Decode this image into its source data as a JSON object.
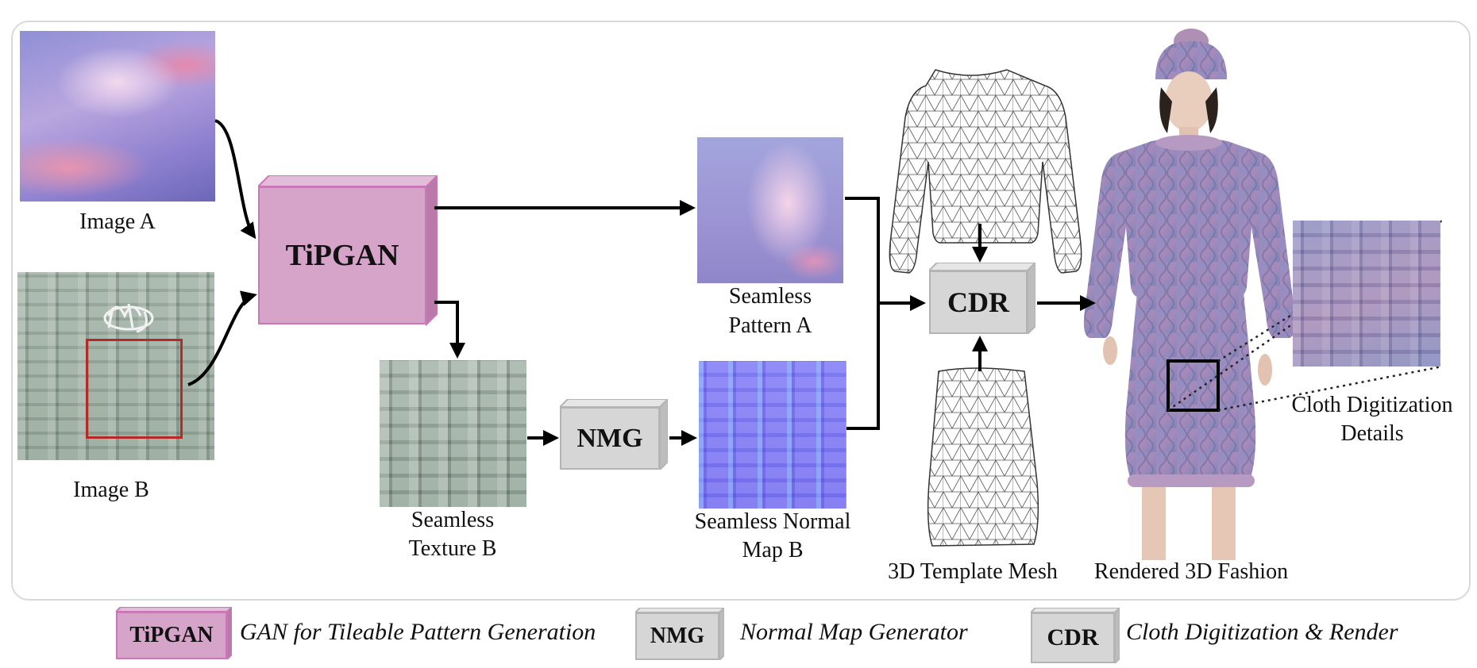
{
  "image_a": {
    "label": "Image A"
  },
  "image_b": {
    "label": "Image B"
  },
  "tipgan": {
    "label": "TiPGAN",
    "color": "#d6a4c9",
    "edge": "#c978b6"
  },
  "nmg": {
    "label": "NMG",
    "color": "#d6d6d6",
    "edge": "#b4b4b4"
  },
  "cdr": {
    "label": "CDR",
    "color": "#d6d6d6",
    "edge": "#b4b4b4"
  },
  "seamless_pattern_a": {
    "line1": "Seamless",
    "line2": "Pattern A"
  },
  "seamless_texture_b": {
    "line1": "Seamless",
    "line2": "Texture B"
  },
  "seamless_normal_map_b": {
    "line1": "Seamless Normal",
    "line2": "Map B"
  },
  "template_mesh": {
    "label": "3D Template Mesh"
  },
  "rendered_fashion": {
    "label": "Rendered 3D Fashion"
  },
  "details": {
    "line1": "Cloth Digitization",
    "line2": "Details"
  },
  "legend": {
    "tipgan_label": "TiPGAN",
    "tipgan_desc": "GAN for Tileable Pattern Generation",
    "nmg_label": "NMG",
    "nmg_desc": "Normal Map Generator",
    "cdr_label": "CDR",
    "cdr_desc": "Cloth Digitization & Render"
  }
}
